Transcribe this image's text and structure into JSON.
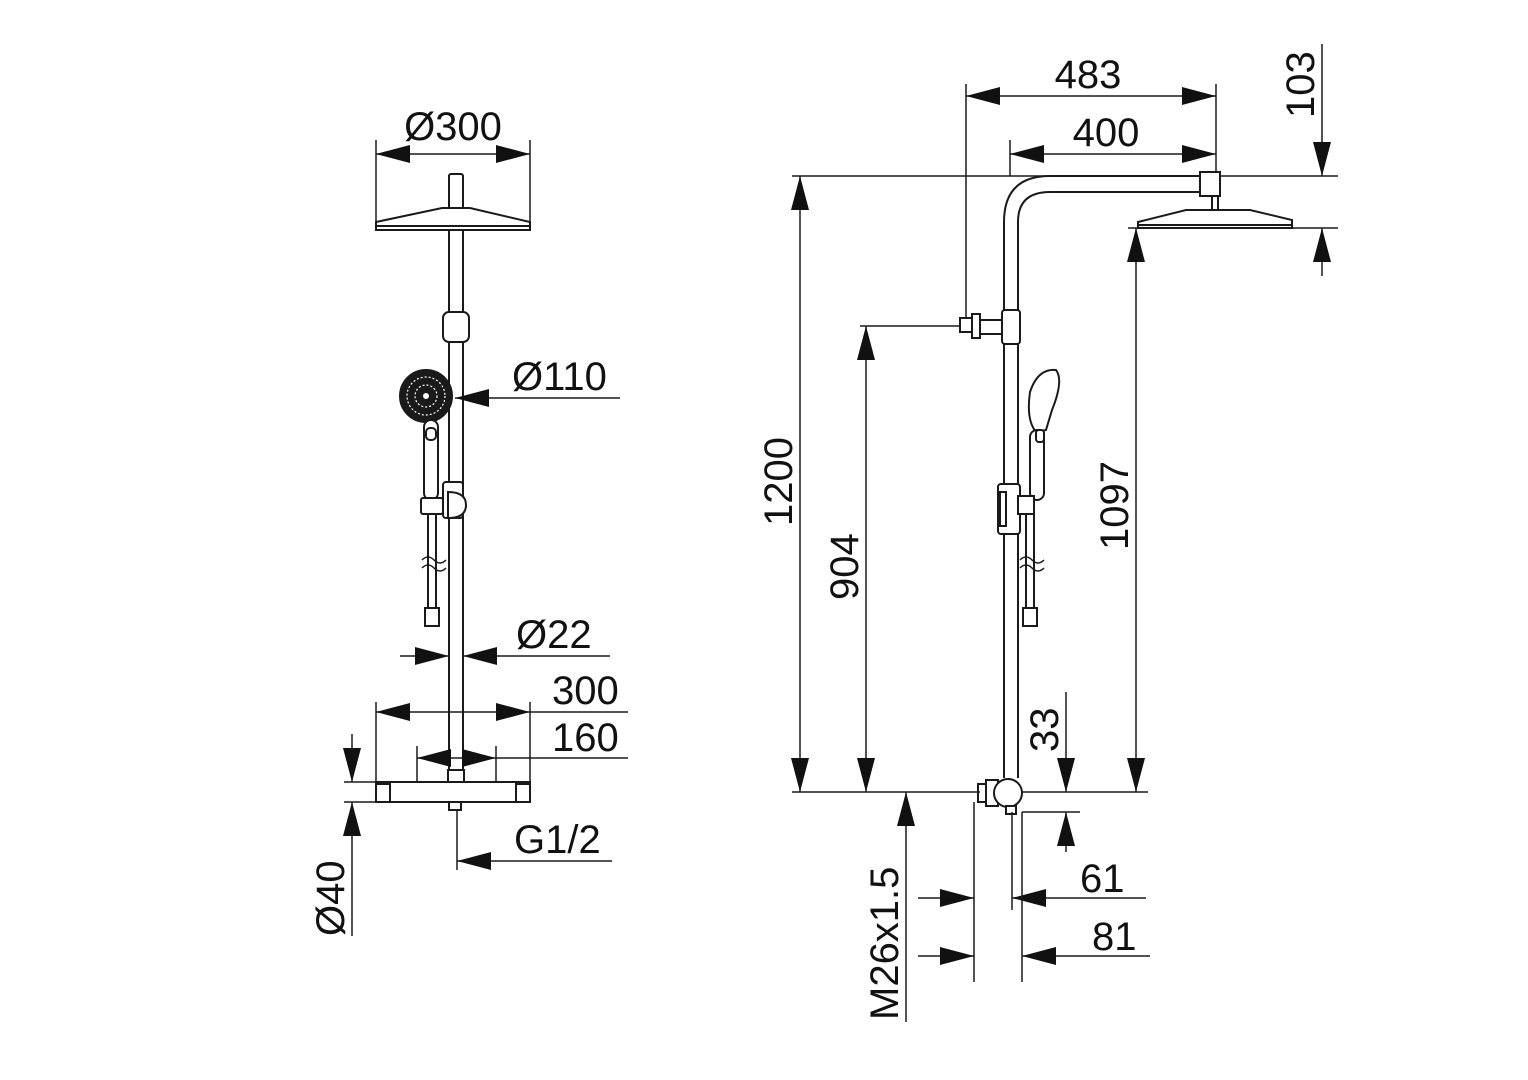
{
  "dimensions": {
    "head_diameter": "Ø300",
    "handshower_diameter": "Ø110",
    "rail_diameter": "Ø22",
    "thermostat_width": "300",
    "connection_distance": "160",
    "connection_thread": "G1/2",
    "thermostat_diameter": "Ø40",
    "arm_length": "483",
    "head_projection": "400",
    "head_height": "103",
    "total_height": "1200",
    "bracket_height": "904",
    "head_to_bottom": "1097",
    "outlet_offset": "33",
    "outlet_thread": "M26x1.5",
    "wall_distance_1": "61",
    "wall_distance_2": "81"
  }
}
